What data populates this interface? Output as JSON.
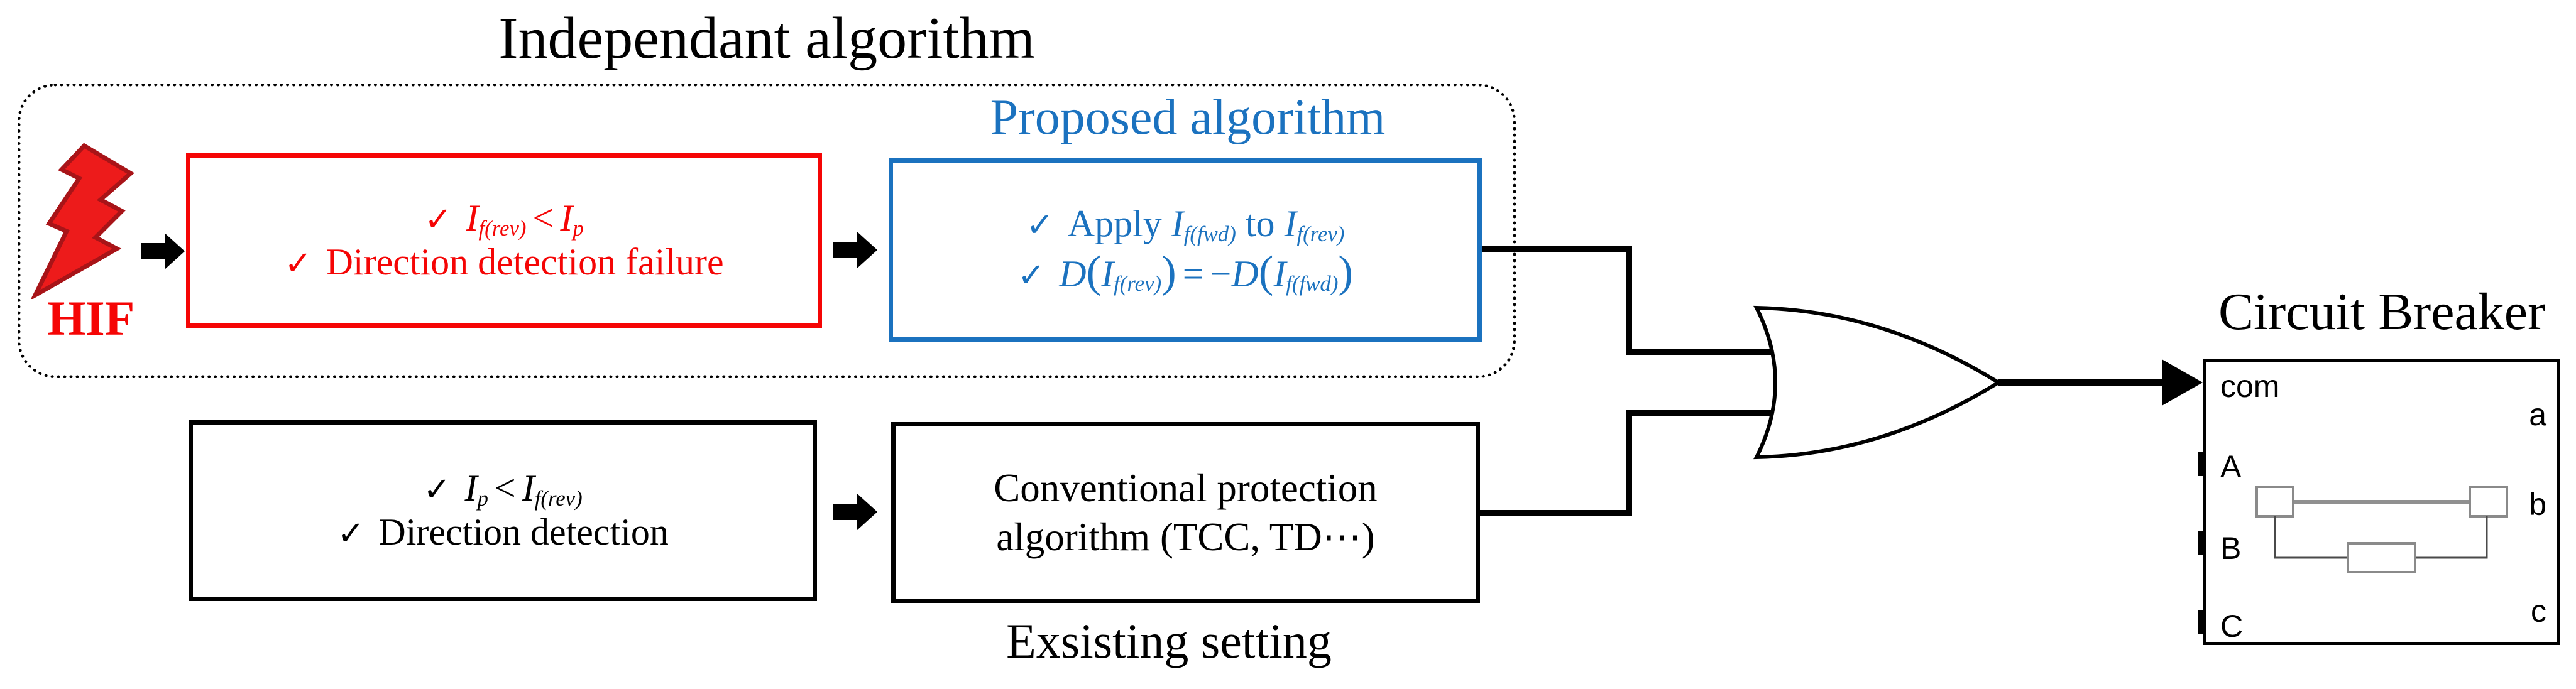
{
  "colors": {
    "red": "#F50505",
    "blue": "#1B72BF",
    "black": "#000000",
    "gray": "#909090",
    "bolt_fill": "#ED1B1B",
    "bolt_stroke": "#A81418"
  },
  "glyphs": {
    "check": "✓"
  },
  "independent_group": {
    "title": "Independant algorithm"
  },
  "hif": {
    "label": "HIF"
  },
  "red_box": {
    "line1": {
      "i1": "I",
      "s1": "f(rev)",
      "op": "<",
      "i2": "I",
      "s2": "p"
    },
    "line2": "Direction detection failure"
  },
  "proposed": {
    "title": "Proposed algorithm",
    "line1": {
      "w1": "Apply",
      "i1": "I",
      "s1": "f(fwd)",
      "w2": "to",
      "i2": "I",
      "s2": "f(rev)"
    },
    "line2": {
      "d1": "D",
      "p1": "(",
      "i1": "I",
      "s1": "f(rev)",
      "p2": ")",
      "eq": "=",
      "minus": "−",
      "d2": "D",
      "p3": "(",
      "i2": "I",
      "s2": "f(fwd)",
      "p4": ")"
    }
  },
  "lower_box": {
    "line1": {
      "i1": "I",
      "s1": "p",
      "op": "<",
      "i2": "I",
      "s2": "f(rev)"
    },
    "line2": "Direction detection"
  },
  "conventional": {
    "line1": "Conventional protection",
    "line2": "algorithm (TCC, TD⋯)",
    "caption": "Exsisting setting"
  },
  "breaker": {
    "title": "Circuit Breaker",
    "ports_left": [
      "com",
      "A",
      "B",
      "C"
    ],
    "ports_right": [
      "a",
      "b",
      "c"
    ]
  }
}
